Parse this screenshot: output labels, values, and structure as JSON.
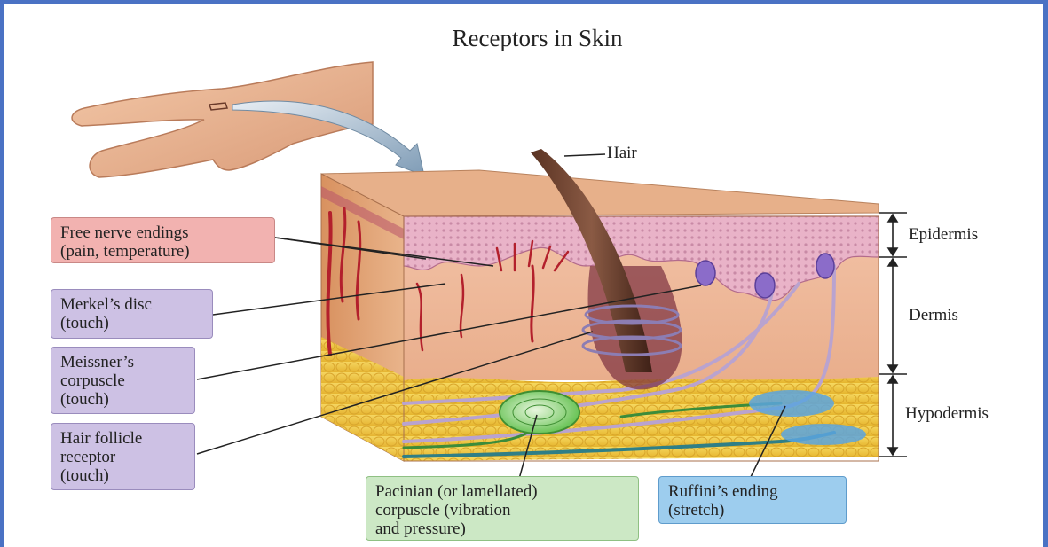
{
  "title": "Receptors in Skin",
  "layers": {
    "epidermis": "Epidermis",
    "dermis": "Dermis",
    "hypodermis": "Hypodermis"
  },
  "hair_label": "Hair",
  "callouts": {
    "free_nerve": [
      "Free nerve endings",
      "(pain, temperature)"
    ],
    "merkel": [
      "Merkel’s disc",
      "(touch)"
    ],
    "meissner": [
      "Meissner’s",
      "corpuscle",
      "(touch)"
    ],
    "hair_follicle": [
      "Hair follicle",
      "receptor",
      "(touch)"
    ],
    "pacinian": [
      "Pacinian (or lamellated)",
      "corpuscle (vibration",
      "and pressure)"
    ],
    "ruffini": [
      "Ruffini’s ending",
      "(stretch)"
    ]
  },
  "colors": {
    "frame": "#4a72c4",
    "free_nerve_box": "#f2b2b0",
    "touch_box": "#cdc1e4",
    "pacinian_box": "#cce8c5",
    "ruffini_box": "#9dcdee"
  }
}
